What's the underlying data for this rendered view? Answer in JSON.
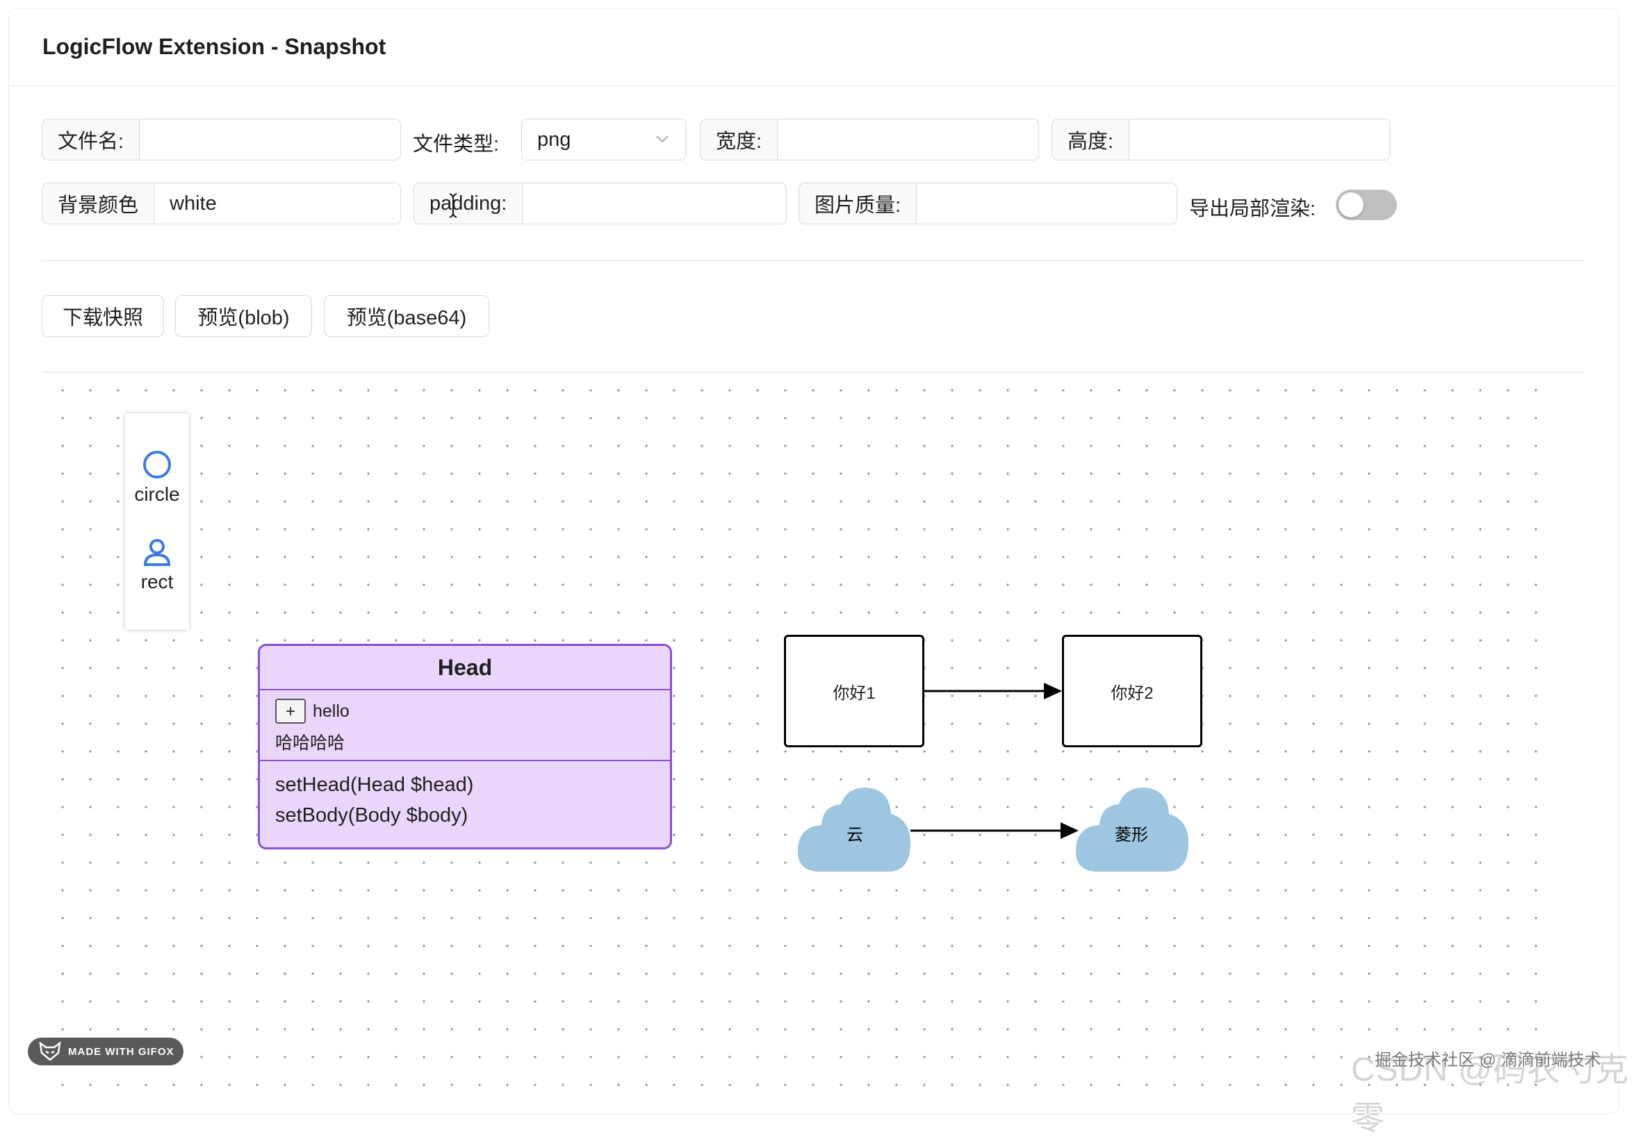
{
  "header": {
    "title": "LogicFlow Extension - Snapshot"
  },
  "form": {
    "filename": {
      "label": "文件名:",
      "value": ""
    },
    "filetype": {
      "label": "文件类型:",
      "value": "png"
    },
    "width": {
      "label": "宽度:",
      "value": ""
    },
    "height": {
      "label": "高度:",
      "value": ""
    },
    "background": {
      "label": "背景颜色",
      "value": "white"
    },
    "padding": {
      "label": "padding:",
      "value": ""
    },
    "quality": {
      "label": "图片质量:",
      "value": ""
    },
    "partial": {
      "label": "导出局部渲染:",
      "enabled": false
    }
  },
  "actions": {
    "download": "下载快照",
    "preview_blob": "预览(blob)",
    "preview_base64": "预览(base64)"
  },
  "palette": {
    "items": [
      {
        "label": "circle",
        "icon": "circle-icon"
      },
      {
        "label": "rect",
        "icon": "user-icon"
      }
    ]
  },
  "canvas": {
    "uml": {
      "title": "Head",
      "add_button": "+",
      "attr1": "hello",
      "attr2": "哈哈哈哈",
      "method1": "setHead(Head $head)",
      "method2": "setBody(Body $body)"
    },
    "rect1": "你好1",
    "rect2": "你好2",
    "cloud1": "云",
    "cloud2": "菱形"
  },
  "overlays": {
    "gifox": "MADE WITH GIFOX",
    "watermark_small": "掘金技术社区 @ 滴滴前端技术",
    "watermark_big": "CSDN @码农勺克零"
  },
  "colors": {
    "uml_fill": "#ead6fa",
    "uml_border": "#8a4fd4",
    "cloud_fill": "#9ec6e0",
    "icon_blue": "#3b7be0"
  }
}
